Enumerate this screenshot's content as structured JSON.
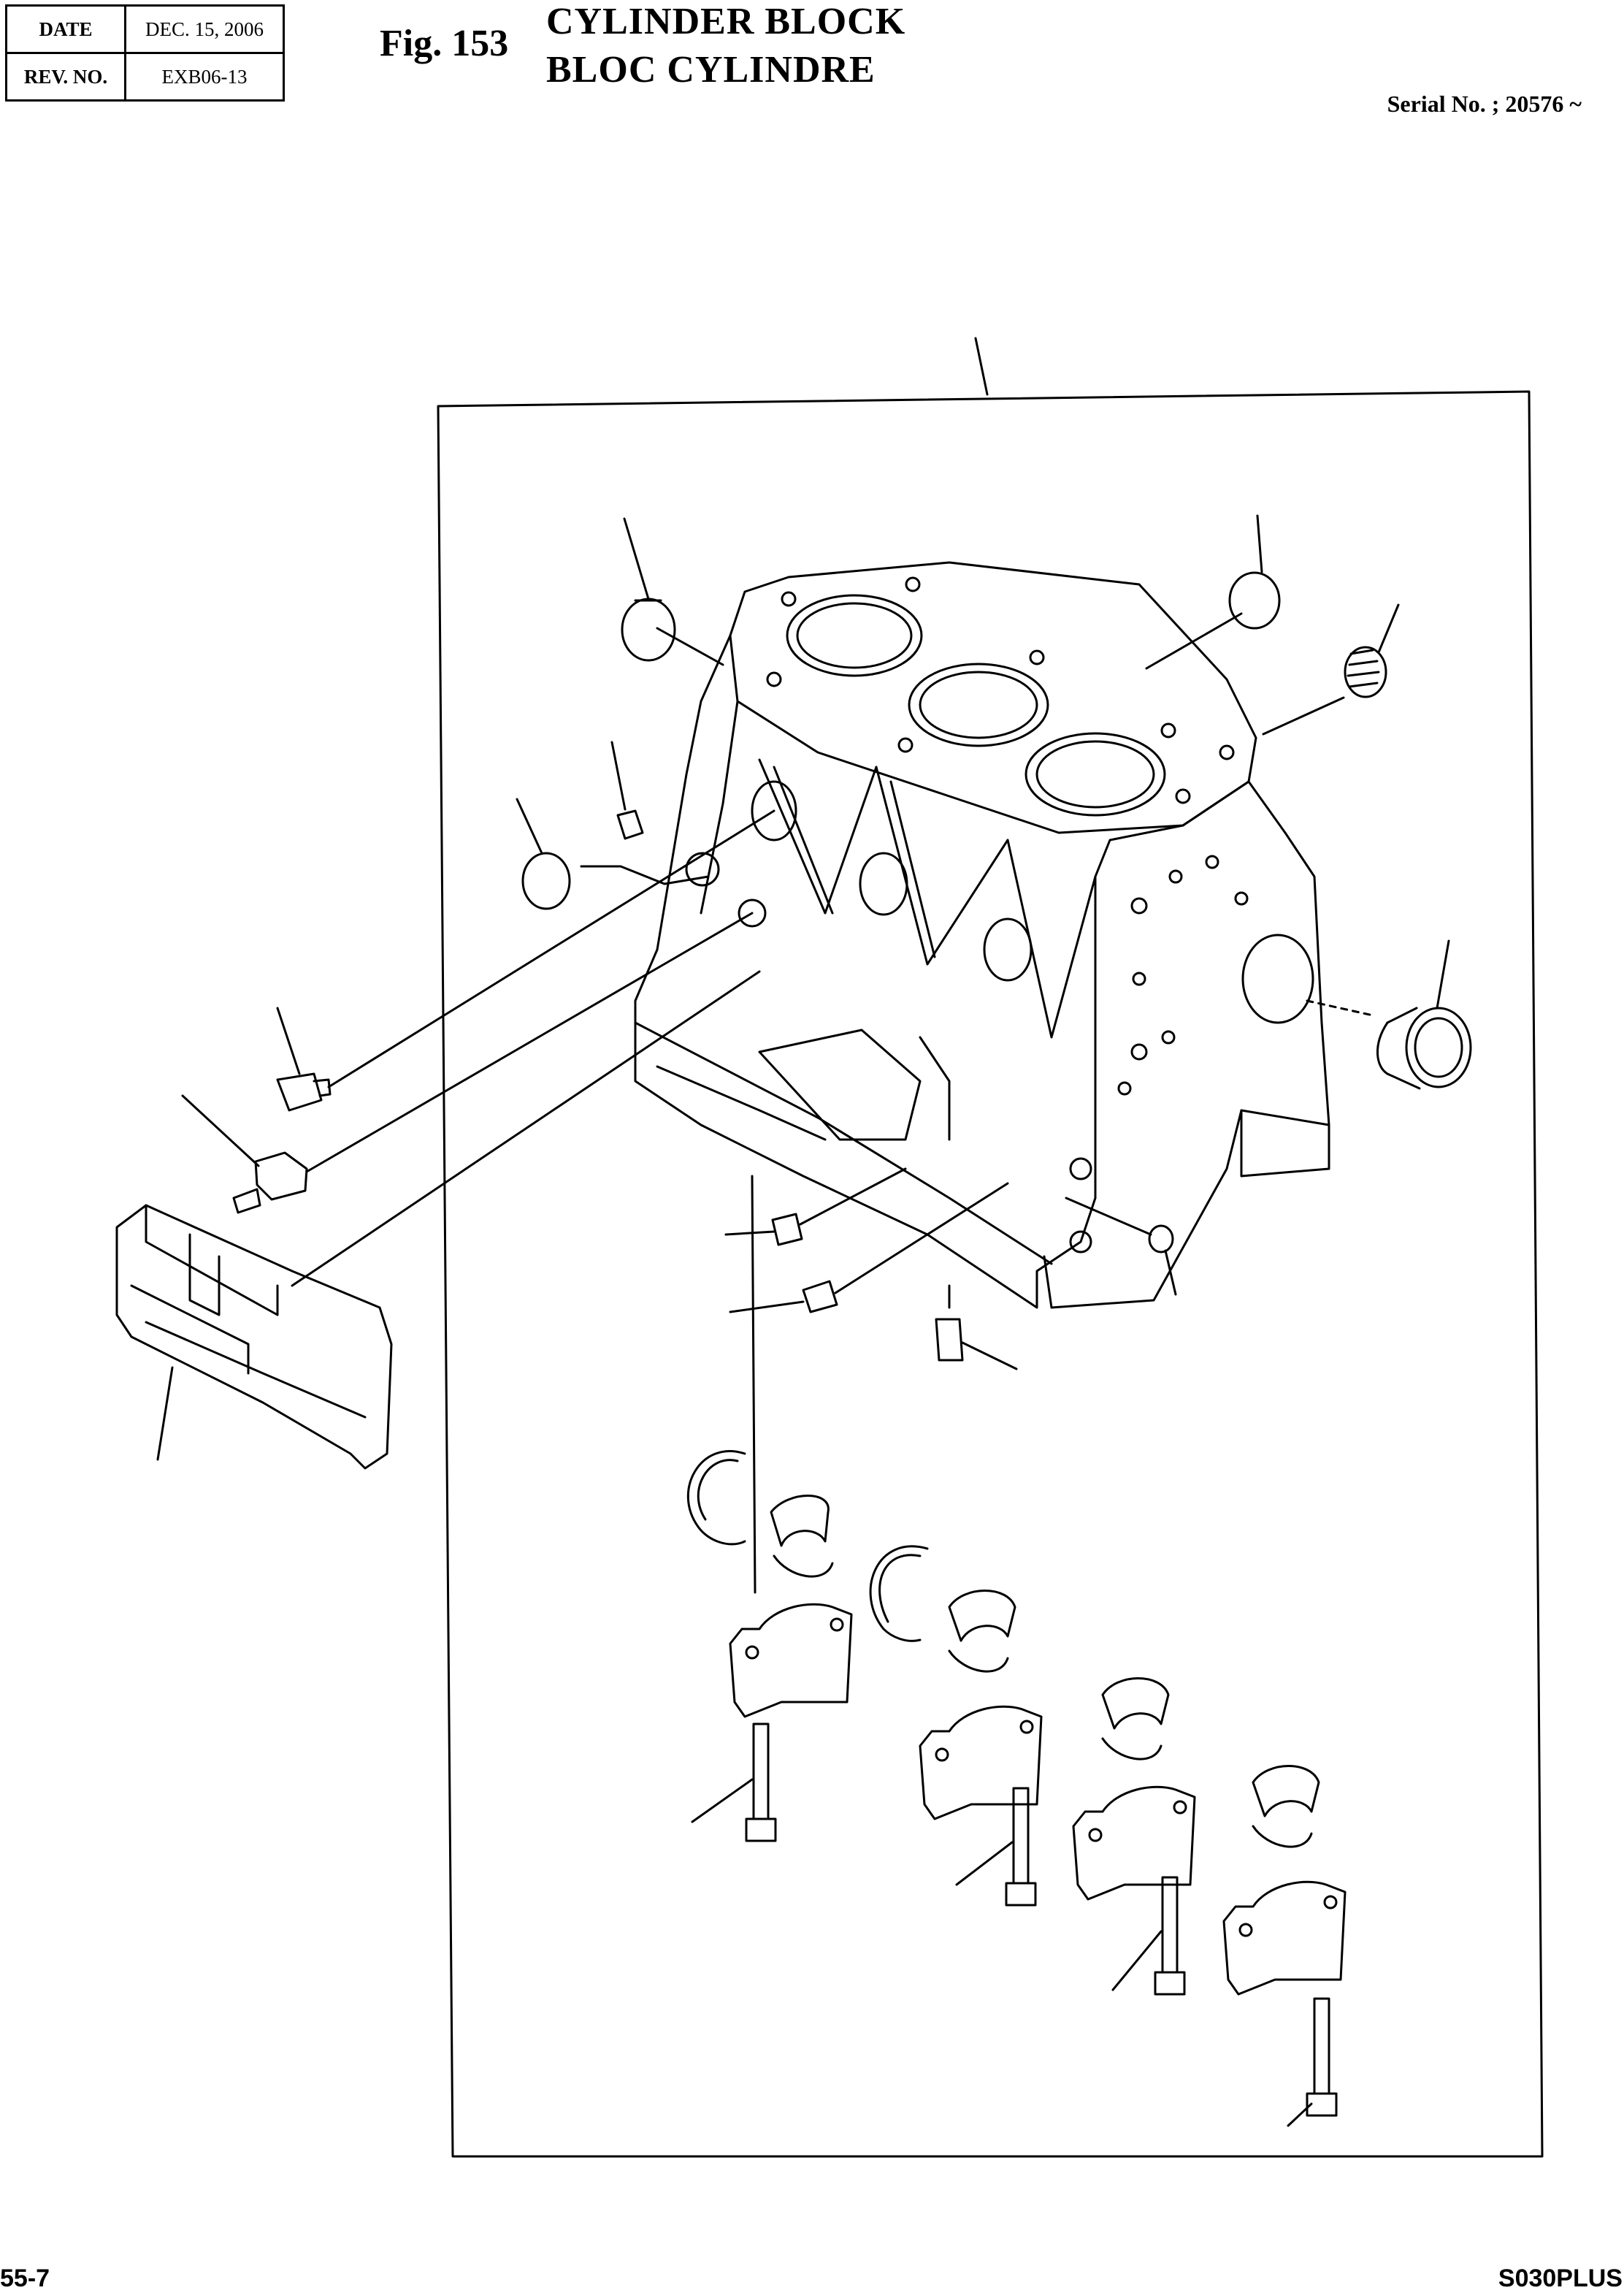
{
  "header": {
    "date_label": "DATE",
    "date_value": "DEC. 15, 2006",
    "rev_label": "REV. NO.",
    "rev_value": "EXB06-13"
  },
  "figure": {
    "number": "Fig. 153",
    "title_en": "CYLINDER BLOCK",
    "title_fr": "BLOC CYLINDRE",
    "serial": "Serial No. ; 20576 ~"
  },
  "footer": {
    "page": "55-7",
    "model": "S030PLUS"
  }
}
